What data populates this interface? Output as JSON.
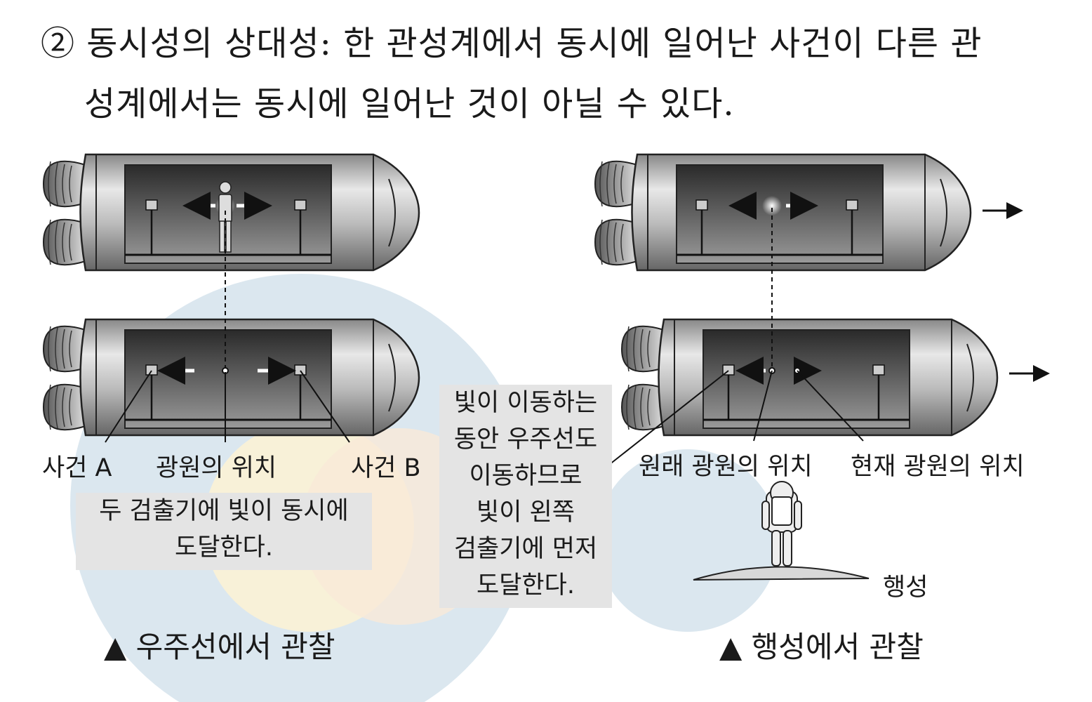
{
  "heading": {
    "line1": "② 동시성의 상대성: 한 관성계에서 동시에 일어난 사건이 다른 관",
    "line2": "성계에서는 동시에 일어난 것이 아닐 수 있다."
  },
  "left_panel": {
    "label_event_a": "사건 A",
    "label_source": "광원의 위치",
    "label_event_b": "사건 B",
    "note_line1": "두 검출기에 빛이 동시에",
    "note_line2": "도달한다.",
    "caption": "▲ 우주선에서 관찰"
  },
  "middle_note": {
    "lines": [
      "빛이 이동하는",
      "동안 우주선도",
      "이동하므로",
      "빛이 왼쪽",
      "검출기에 먼저",
      "도달한다."
    ]
  },
  "right_panel": {
    "label_original_source": "원래 광원의 위치",
    "label_current_source": "현재 광원의 위치",
    "label_planet": "행성",
    "caption": "▲ 행성에서 관찰"
  },
  "colors": {
    "bg_circle_blue": "#dbe7ef",
    "bg_circle_yellow": "#f8f1d8",
    "note_box": "#e4e4e4"
  }
}
